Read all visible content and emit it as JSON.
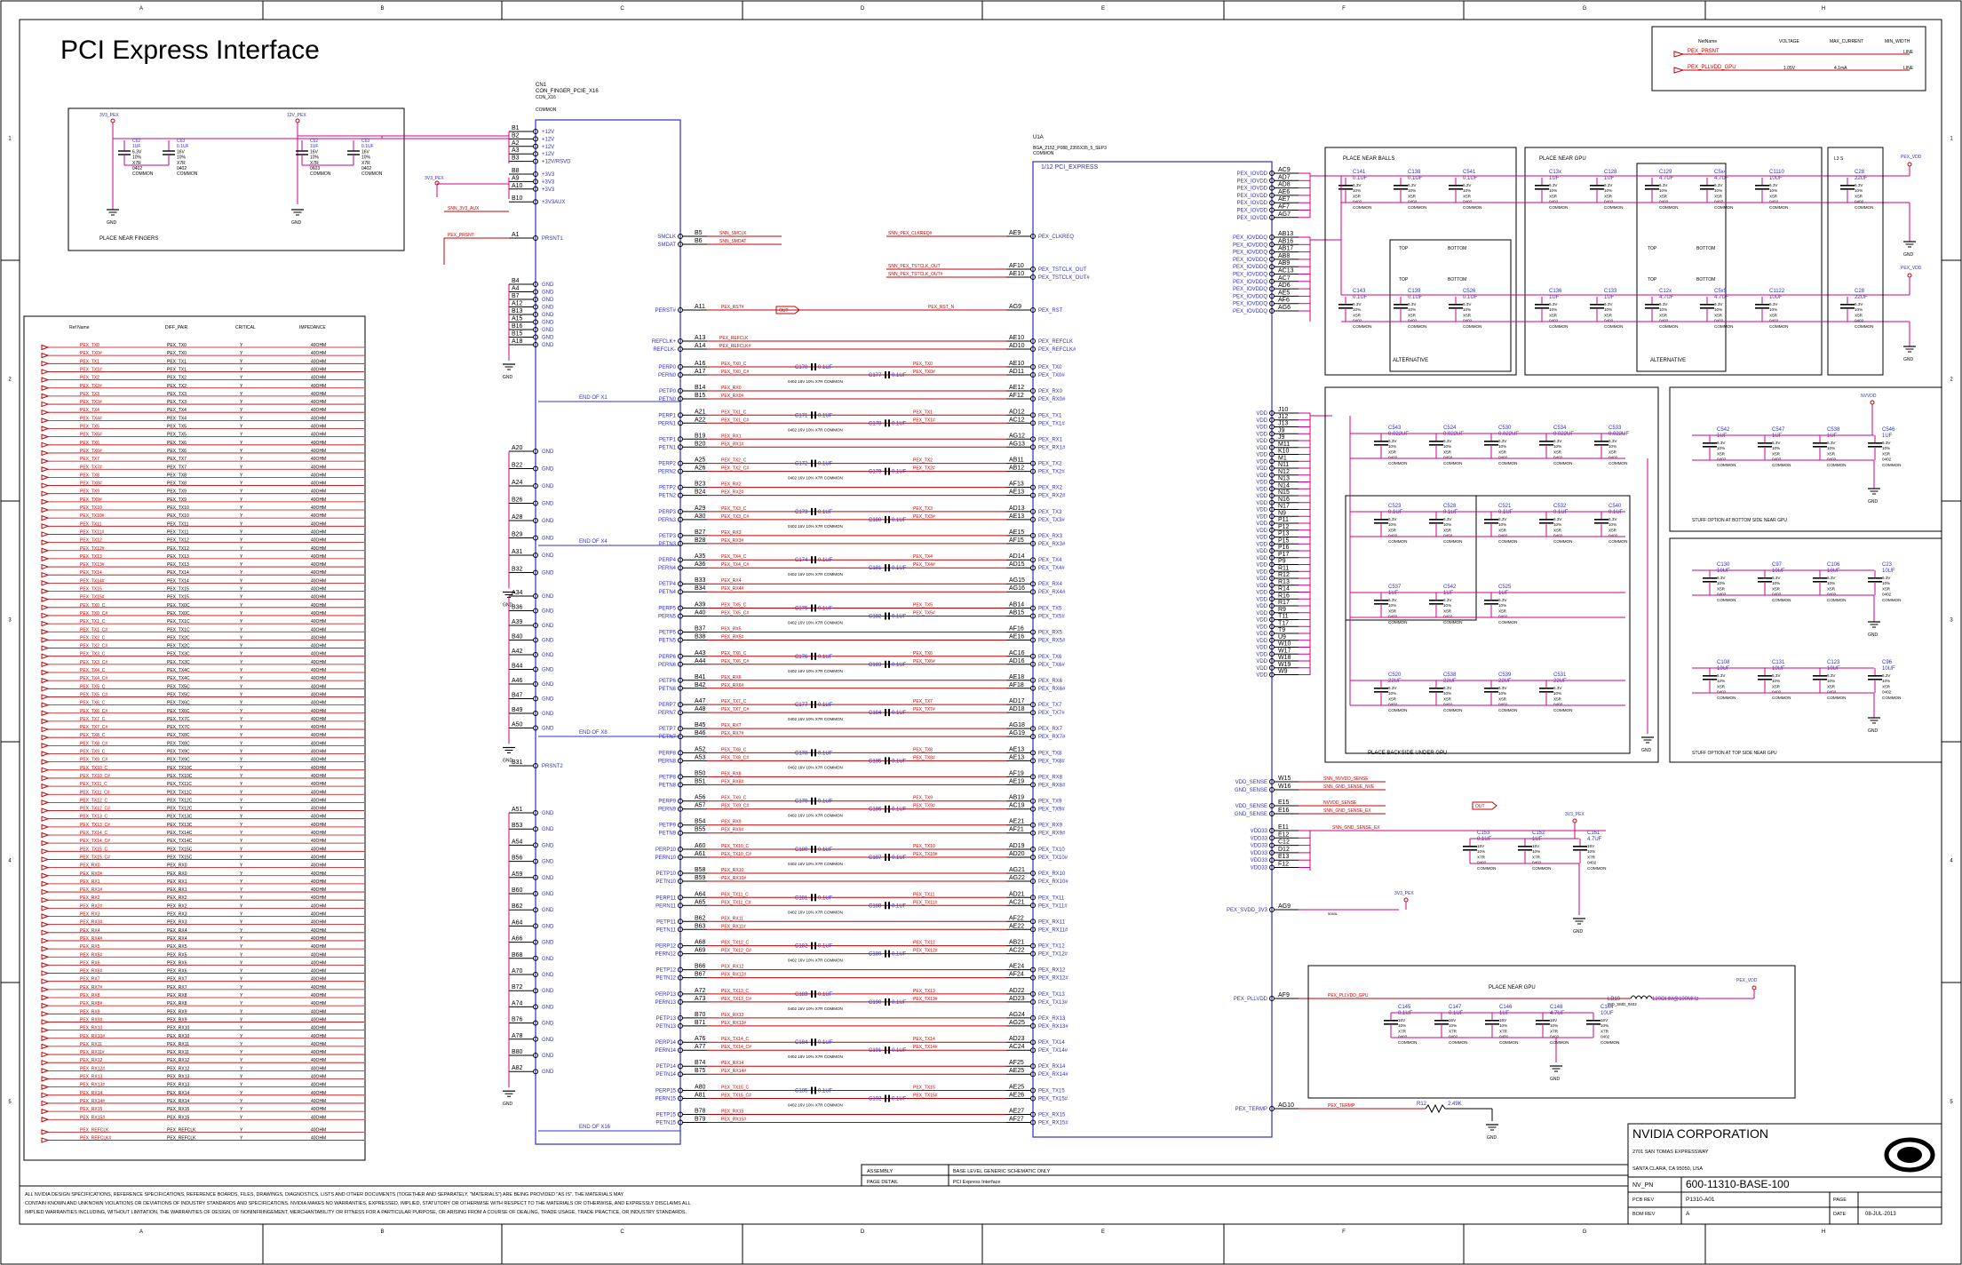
{
  "title": "PCI Express Interface",
  "border": {
    "col_labels": [
      "A",
      "B",
      "C",
      "D",
      "E",
      "F",
      "G",
      "H"
    ],
    "row_labels": [
      "1",
      "2",
      "3",
      "4",
      "5"
    ]
  },
  "top_legend": {
    "headers": [
      "NetName",
      "VOLTAGE",
      "MAX_CURRENT",
      "MIN_WIDTH"
    ],
    "rows": [
      {
        "name": "PEX_PRSNT",
        "current": "",
        "width": "LINE"
      },
      {
        "name": "PEX_PLLVDD_GPU",
        "voltage": "1.05V",
        "current": "4.1mA",
        "width": "LINE"
      }
    ]
  },
  "connector": {
    "ref": "CN1",
    "part": "CON_FINGER_PCIE_X16",
    "sub": "CON_X16",
    "kind": "COMMON",
    "power_pins": [
      {
        "pin": "B1",
        "net": "+12V"
      },
      {
        "pin": "B2",
        "net": "+12V"
      },
      {
        "pin": "A2",
        "net": "+12V"
      },
      {
        "pin": "A3",
        "net": "+12V"
      },
      {
        "pin": "B3",
        "net": "+12V/RSVD"
      },
      {
        "pin": "B8",
        "net": "+3V3"
      },
      {
        "pin": "A9",
        "net": "+3V3"
      },
      {
        "pin": "A10",
        "net": "+3V3"
      },
      {
        "pin": "B10",
        "net": "+3V3AUX"
      }
    ],
    "prsnt1": {
      "pin": "A1",
      "net": "PRSNT1",
      "wire": "PEX_PRSNT"
    },
    "gnd_pins_1": [
      "B4",
      "A4",
      "B7",
      "A12",
      "B13",
      "A15",
      "B16",
      "B15",
      "A18"
    ],
    "gnd_pins_2": [
      "A20",
      "B22",
      "A24",
      "B26",
      "A28",
      "B29",
      "A31",
      "B32"
    ],
    "gnd_pins_3": [
      "A34",
      "B36",
      "A39",
      "B40",
      "A42",
      "B44",
      "A46",
      "B47",
      "B49",
      "A50"
    ],
    "gnd_pins_4": [
      "A51",
      "B53",
      "A54",
      "B56",
      "A59",
      "B60",
      "B62",
      "A64",
      "A66",
      "B68",
      "A70",
      "B72",
      "A74",
      "B76",
      "A78",
      "B80",
      "A82"
    ],
    "prsnt2": {
      "pin": "B31",
      "net": "PRSNT2"
    },
    "end_labels": [
      "END OF X1",
      "END OF X4",
      "END OF X8",
      "END OF X16"
    ],
    "smb": [
      {
        "pin": "B5",
        "net": "SMCLK",
        "wire": "SNN_SMCLK"
      },
      {
        "pin": "B6",
        "net": "SMDAT",
        "wire": "SNN_SMDAT"
      }
    ],
    "perst": {
      "pin": "A11",
      "net": "PERST#",
      "wire": "PEX_RST#"
    },
    "refclk": [
      {
        "pin": "A13",
        "net": "REFCLK+",
        "wire": "PEX_REFCLK"
      },
      {
        "pin": "A14",
        "net": "REFCLK-",
        "wire": "PEX_REFCLK#"
      }
    ]
  },
  "gpu": {
    "ref": "U1A",
    "part": "BGA_2152_P088_2355X35_5_SEP3",
    "kind": "COMMON",
    "section": "1/12 PCI_EXPRESS",
    "ctl_pins": [
      {
        "pin": "AE9",
        "net": "PEX_CLKREQ",
        "wire": "SNN_PEX_CLKREQ#"
      },
      {
        "pin": "AF10",
        "net": "PEX_TSTCLK_OUT",
        "wire": "SNN_PEX_TSTCLK_OUT"
      },
      {
        "pin": "AE10",
        "net": "PEX_TSTCLK_OUT#",
        "wire": "SNN_PEX_TSTCLK_OUT#"
      },
      {
        "pin": "AG9",
        "net": "PEX_RST",
        "wire": "PEX_RST_N"
      },
      {
        "pin": "AE10",
        "net": "PEX_REFCLK"
      },
      {
        "pin": "AD10",
        "net": "PEX_REFCLK#"
      }
    ],
    "iovdd": [
      "AC9",
      "AD7",
      "AD8",
      "AE6",
      "AE7",
      "AF7",
      "AG7"
    ],
    "iovddq": [
      "AB13",
      "AB16",
      "AB17",
      "AB8",
      "AB9",
      "AC13",
      "AC7",
      "AD6",
      "AE5",
      "AF6",
      "AG6"
    ],
    "vdd": [
      "J10",
      "J12",
      "J13",
      "J9",
      "J9",
      "M11",
      "K10",
      "M1",
      "N11",
      "N12",
      "N13",
      "N14",
      "N15",
      "N16",
      "N17",
      "N9",
      "P11",
      "P12",
      "P13",
      "P15",
      "P16",
      "P17",
      "P9",
      "R11",
      "R12",
      "R13",
      "R14",
      "R16",
      "R17",
      "R9",
      "T11",
      "T17",
      "T9",
      "U9",
      "W10",
      "W17",
      "W18",
      "W19",
      "W9"
    ],
    "sense": [
      {
        "pin": "W15",
        "net": "VDD_SENSE",
        "wire": "SNN_NVVDD_SENSE"
      },
      {
        "pin": "W16",
        "net": "GND_SENSE",
        "wire": "SNN_GND_SENSE_NVE"
      },
      {
        "pin": "E15",
        "net": "VDD_SENSE",
        "wire": "NVVDD_SENSE"
      },
      {
        "pin": "E16",
        "net": "GND_SENSE",
        "wire": "SNN_GND_SENSE_EX"
      }
    ],
    "vddq": [
      "E11",
      "E12",
      "C12",
      "D12",
      "E13",
      "F12"
    ],
    "svdd": {
      "pin": "AG9",
      "net": "PEX_SVDD_3V3"
    },
    "pllvdd": {
      "pin": "AF9",
      "net": "PEX_PLLVDD",
      "wire": "PEX_PLLVDD_GPU"
    },
    "terminal": {
      "pin": "AG10",
      "net": "PEX_TERMP",
      "wire": "PEX_TERMP",
      "res": "R12",
      "val": "2.49K"
    }
  },
  "lanes": [
    {
      "n": 0,
      "pt": [
        "A16",
        "A17"
      ],
      "pr": [
        "B14",
        "B15"
      ],
      "gt": [
        "AE10",
        "AD11"
      ],
      "gr": [
        "AE12",
        "AF12"
      ]
    },
    {
      "n": 1,
      "pt": [
        "A21",
        "A22"
      ],
      "pr": [
        "B19",
        "B20"
      ],
      "gt": [
        "AD12",
        "AC12"
      ],
      "gr": [
        "AG12",
        "AG13"
      ]
    },
    {
      "n": 2,
      "pt": [
        "A25",
        "A26"
      ],
      "pr": [
        "B23",
        "B24"
      ],
      "gt": [
        "AB11",
        "AB12"
      ],
      "gr": [
        "AF13",
        "AE13"
      ]
    },
    {
      "n": 3,
      "pt": [
        "A29",
        "A30"
      ],
      "pr": [
        "B27",
        "B28"
      ],
      "gt": [
        "AD13",
        "AE13"
      ],
      "gr": [
        "AE15",
        "AF15"
      ]
    },
    {
      "n": 4,
      "pt": [
        "A35",
        "A36"
      ],
      "pr": [
        "B33",
        "B34"
      ],
      "gt": [
        "AD14",
        "AD15"
      ],
      "gr": [
        "AG15",
        "AG16"
      ]
    },
    {
      "n": 5,
      "pt": [
        "A39",
        "A40"
      ],
      "pr": [
        "B37",
        "B38"
      ],
      "gt": [
        "AB14",
        "AB15"
      ],
      "gr": [
        "AF16",
        "AE16"
      ]
    },
    {
      "n": 6,
      "pt": [
        "A43",
        "A44"
      ],
      "pr": [
        "B41",
        "B42"
      ],
      "gt": [
        "AC16",
        "AD16"
      ],
      "gr": [
        "AE18",
        "AF18"
      ]
    },
    {
      "n": 7,
      "pt": [
        "A47",
        "A48"
      ],
      "pr": [
        "B45",
        "B46"
      ],
      "gt": [
        "AD17",
        "AD18"
      ],
      "gr": [
        "AG18",
        "AG19"
      ]
    },
    {
      "n": 8,
      "pt": [
        "A52",
        "A53"
      ],
      "pr": [
        "B50",
        "B51"
      ],
      "gt": [
        "AE13",
        "AE13"
      ],
      "gr": [
        "AF19",
        "AE19"
      ]
    },
    {
      "n": 9,
      "pt": [
        "A56",
        "A57"
      ],
      "pr": [
        "B54",
        "B55"
      ],
      "gt": [
        "AB19",
        "AC19"
      ],
      "gr": [
        "AE21",
        "AF21"
      ]
    },
    {
      "n": 10,
      "pt": [
        "A60",
        "A61"
      ],
      "pr": [
        "B58",
        "B59"
      ],
      "gt": [
        "AD19",
        "AD20"
      ],
      "gr": [
        "AG21",
        "AG22"
      ]
    },
    {
      "n": 11,
      "pt": [
        "A64",
        "A65"
      ],
      "pr": [
        "B62",
        "B63"
      ],
      "gt": [
        "AD21",
        "AC21"
      ],
      "gr": [
        "AF22",
        "AE22"
      ]
    },
    {
      "n": 12,
      "pt": [
        "A68",
        "A69"
      ],
      "pr": [
        "B66",
        "B67"
      ],
      "gt": [
        "AB21",
        "AC22"
      ],
      "gr": [
        "AE24",
        "AF24"
      ]
    },
    {
      "n": 13,
      "pt": [
        "A72",
        "A73"
      ],
      "pr": [
        "B70",
        "B71"
      ],
      "gt": [
        "AD22",
        "AD23"
      ],
      "gr": [
        "AG24",
        "AG25"
      ]
    },
    {
      "n": 14,
      "pt": [
        "A76",
        "A77"
      ],
      "pr": [
        "B74",
        "B75"
      ],
      "gt": [
        "AD23",
        "AC24"
      ],
      "gr": [
        "AF25",
        "AE25"
      ]
    },
    {
      "n": 15,
      "pt": [
        "A80",
        "A81"
      ],
      "pr": [
        "B78",
        "B79"
      ],
      "gt": [
        "AE25",
        "AE26"
      ],
      "gr": [
        "AE27",
        "AF27"
      ]
    }
  ],
  "lane_cap": {
    "val": "0.1UF",
    "v": "16V",
    "tol": "10%",
    "diel": "X7R",
    "pkg": "0402",
    "kind": "COMMON"
  },
  "left_table": {
    "headers": [
      "Ref Name",
      "DIFF_PAIR",
      "CRITICAL",
      "IMPEDANCE"
    ],
    "impedance": "40OHM",
    "refclk_rows": [
      [
        "PEX_REFCLK",
        "PEX_REFCLK"
      ],
      [
        "PEX_REFCLK#",
        "PEX_REFCLK"
      ]
    ]
  },
  "boxes": {
    "fingers": "PLACE NEAR FINGERS",
    "balls": "PLACE NEAR BALLS",
    "gpu": "PLACE NEAR GPU",
    "backside": "PLACE BACKSIDE UNDER GPU",
    "stuff_bottom": "STUFF OPTION AT BOTTOM SIDE NEAR GPU",
    "stuff_top": "STUFF OPTION AT TOP SIDE NEAR GPU",
    "alternative": "ALTERNATIVE",
    "top": "TOP",
    "bottom": "BOTTOM",
    "near_gpu": "PLACE NEAR GPU"
  },
  "rails": {
    "v33": "3V3_PEX",
    "v12": "12V_PEX",
    "pex_vdd": "PEX_VDD",
    "nvvdd": "NVVDD",
    "l3": "L3 S"
  },
  "pll": {
    "ind": "LB10",
    "ind_part": "IND_SMD_0402",
    "ind_val": "120OHM@100MHz"
  },
  "title_block": {
    "company": "NVIDIA CORPORATION",
    "address1": "2701 SAN TOMAS EXPRESSWAY",
    "address2": "SANTA CLARA, CA 95050, USA",
    "assembly_label": "ASSEMBLY",
    "assembly": "BASE LEVEL GENERIC SCHEMATIC ONLY",
    "page_detail_label": "PAGE DETAIL",
    "page_detail": "PCI Express Interface",
    "nv_pn_label": "NV_PN",
    "nv_pn": "600-11310-BASE-100",
    "pcb_rev_label": "PCB REV",
    "pcb_rev": "P1310-A01",
    "bom_rev_label": "BOM REV",
    "bom_rev": "A",
    "page_label": "PAGE",
    "date_label": "DATE",
    "date": "08-JUL-2013"
  },
  "disclaimer": [
    "ALL NVIDIA DESIGN SPECIFICATIONS, REFERENCE SPECIFICATIONS, REFERENCE BOARDS, FILES, DRAWINGS, DIAGNOSTICS, LISTS AND OTHER DOCUMENTS (TOGETHER AND SEPARATELY, \"MATERIALS\") ARE BEING PROVIDED \"AS IS\". THE MATERIALS MAY",
    "CONTAIN KNOWN AND UNKNOWN VIOLATIONS OR DEVIATIONS OF INDUSTRY STANDARDS AND SPECIFICATIONS. NVIDIA MAKES NO WARRANTIES, EXPRESSED, IMPLIED, STATUTORY OR OTHERWISE WITH RESPECT TO THE MATERIALS OR OTHERWISE, AND EXPRESSLY DISCLAIMS ALL",
    "IMPLIED WARRANTIES INCLUDING, WITHOUT LIMITATION, THE WARRANTIES OF DESIGN, OF NONINFRINGEMENT, MERCHANTABILITY OR FITNESS FOR A PARTICULAR PURPOSE, OR ARISING FROM A COURSE OF DEALING, TRADE USAGE, TRADE PRACTICE, OR INDUSTRY STANDARDS."
  ]
}
